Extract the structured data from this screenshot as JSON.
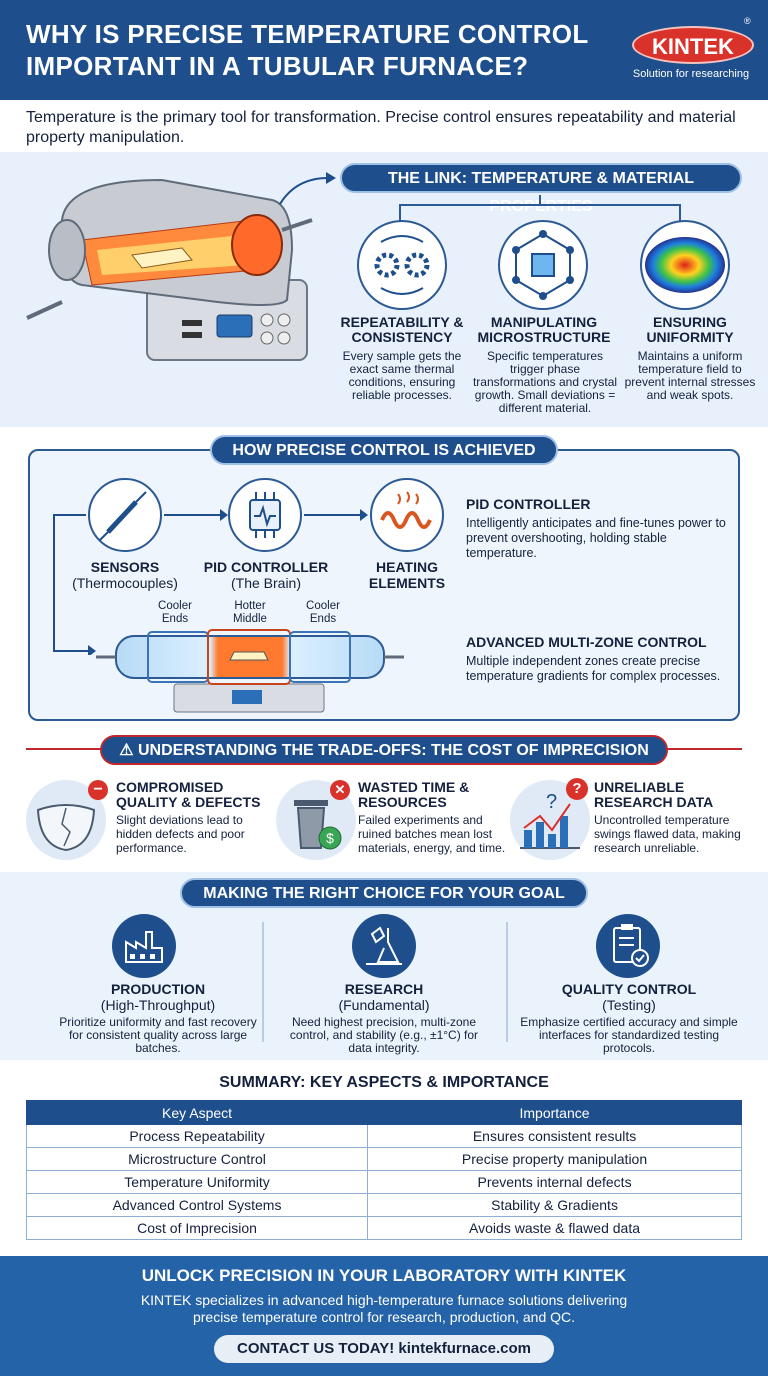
{
  "header": {
    "title": "WHY IS PRECISE TEMPERATURE CONTROL IMPORTANT IN A TUBULAR FURNACE?",
    "logo": "KINTEK",
    "tagline": "Solution for researching",
    "registered": "®"
  },
  "intro": "Temperature is the primary tool for transformation. Precise control ensures repeatability and material property manipulation.",
  "link_section": {
    "title": "THE LINK: TEMPERATURE & MATERIAL PROPERTIES",
    "items": [
      {
        "title": "REPEATABILITY & CONSISTENCY",
        "text": "Every sample gets the exact same thermal conditions, ensuring reliable processes.",
        "icon": "gears-cycle-icon"
      },
      {
        "title": "MANIPULATING MICROSTRUCTURE",
        "text": "Specific temperatures trigger phase transformations and crystal growth. Small deviations = different material.",
        "icon": "crystal-lattice-icon"
      },
      {
        "title": "ENSURING UNIFORMITY",
        "text": "Maintains a uniform temperature field to prevent internal stresses and weak spots.",
        "icon": "heatmap-icon"
      }
    ]
  },
  "control_section": {
    "title": "HOW PRECISE CONTROL IS ACHIEVED",
    "components": [
      {
        "label": "SENSORS",
        "sub": "(Thermocouples)",
        "icon": "thermocouple-icon"
      },
      {
        "label": "PID CONTROLLER",
        "sub": "(The Brain)",
        "icon": "chip-icon"
      },
      {
        "label": "HEATING",
        "sub": "ELEMENTS",
        "icon": "heating-coil-icon"
      }
    ],
    "zones": [
      "Cooler Ends",
      "Hotter Middle",
      "Cooler Ends"
    ],
    "pid": {
      "title": "PID CONTROLLER",
      "text": "Intelligently anticipates and fine-tunes power to prevent overshooting, holding stable temperature."
    },
    "multizone": {
      "title": "ADVANCED MULTI-ZONE CONTROL",
      "text": "Multiple independent zones create precise temperature gradients for complex processes."
    }
  },
  "tradeoffs": {
    "title": "UNDERSTANDING THE TRADE-OFFS: THE COST OF IMPRECISION",
    "items": [
      {
        "title": "COMPROMISED QUALITY & DEFECTS",
        "text": "Slight deviations lead to hidden defects and poor performance.",
        "icon": "cracked-bowl-icon",
        "badge": "−"
      },
      {
        "title": "WASTED TIME & RESOURCES",
        "text": "Failed experiments and ruined batches mean lost materials, energy, and time.",
        "icon": "trash-money-icon",
        "badge": "✕"
      },
      {
        "title": "UNRELIABLE RESEARCH DATA",
        "text": "Uncontrolled temperature swings flawed data, making research unreliable.",
        "icon": "chart-question-icon",
        "badge": "?"
      }
    ]
  },
  "choice": {
    "title": "MAKING THE RIGHT CHOICE FOR YOUR GOAL",
    "items": [
      {
        "title": "PRODUCTION",
        "sub": "(High-Throughput)",
        "text": "Prioritize uniformity and fast recovery for consistent quality across large batches.",
        "icon": "factory-icon"
      },
      {
        "title": "RESEARCH",
        "sub": "(Fundamental)",
        "text": "Need highest precision, multi-zone control, and stability (e.g., ±1°C) for data integrity.",
        "icon": "lab-flask-icon"
      },
      {
        "title": "QUALITY CONTROL",
        "sub": "(Testing)",
        "text": "Emphasize certified accuracy and simple interfaces for standardized testing protocols.",
        "icon": "clipboard-check-icon"
      }
    ]
  },
  "summary": {
    "title": "SUMMARY: KEY ASPECTS & IMPORTANCE",
    "headers": [
      "Key Aspect",
      "Importance"
    ],
    "rows": [
      [
        "Process Repeatability",
        "Ensures consistent results"
      ],
      [
        "Microstructure Control",
        "Precise property manipulation"
      ],
      [
        "Temperature Uniformity",
        "Prevents internal defects"
      ],
      [
        "Advanced Control Systems",
        "Stability & Gradients"
      ],
      [
        "Cost of Imprecision",
        "Avoids waste & flawed data"
      ]
    ]
  },
  "footer": {
    "title": "UNLOCK PRECISION IN YOUR LABORATORY WITH KINTEK",
    "text": "KINTEK specializes in advanced high-temperature furnace solutions delivering precise temperature control for research, production, and QC.",
    "cta": "CONTACT US TODAY! kintekfurnace.com"
  },
  "colors": {
    "primary": "#1e4f8c",
    "accent": "#d9322b",
    "light": "#e8f1fb"
  }
}
